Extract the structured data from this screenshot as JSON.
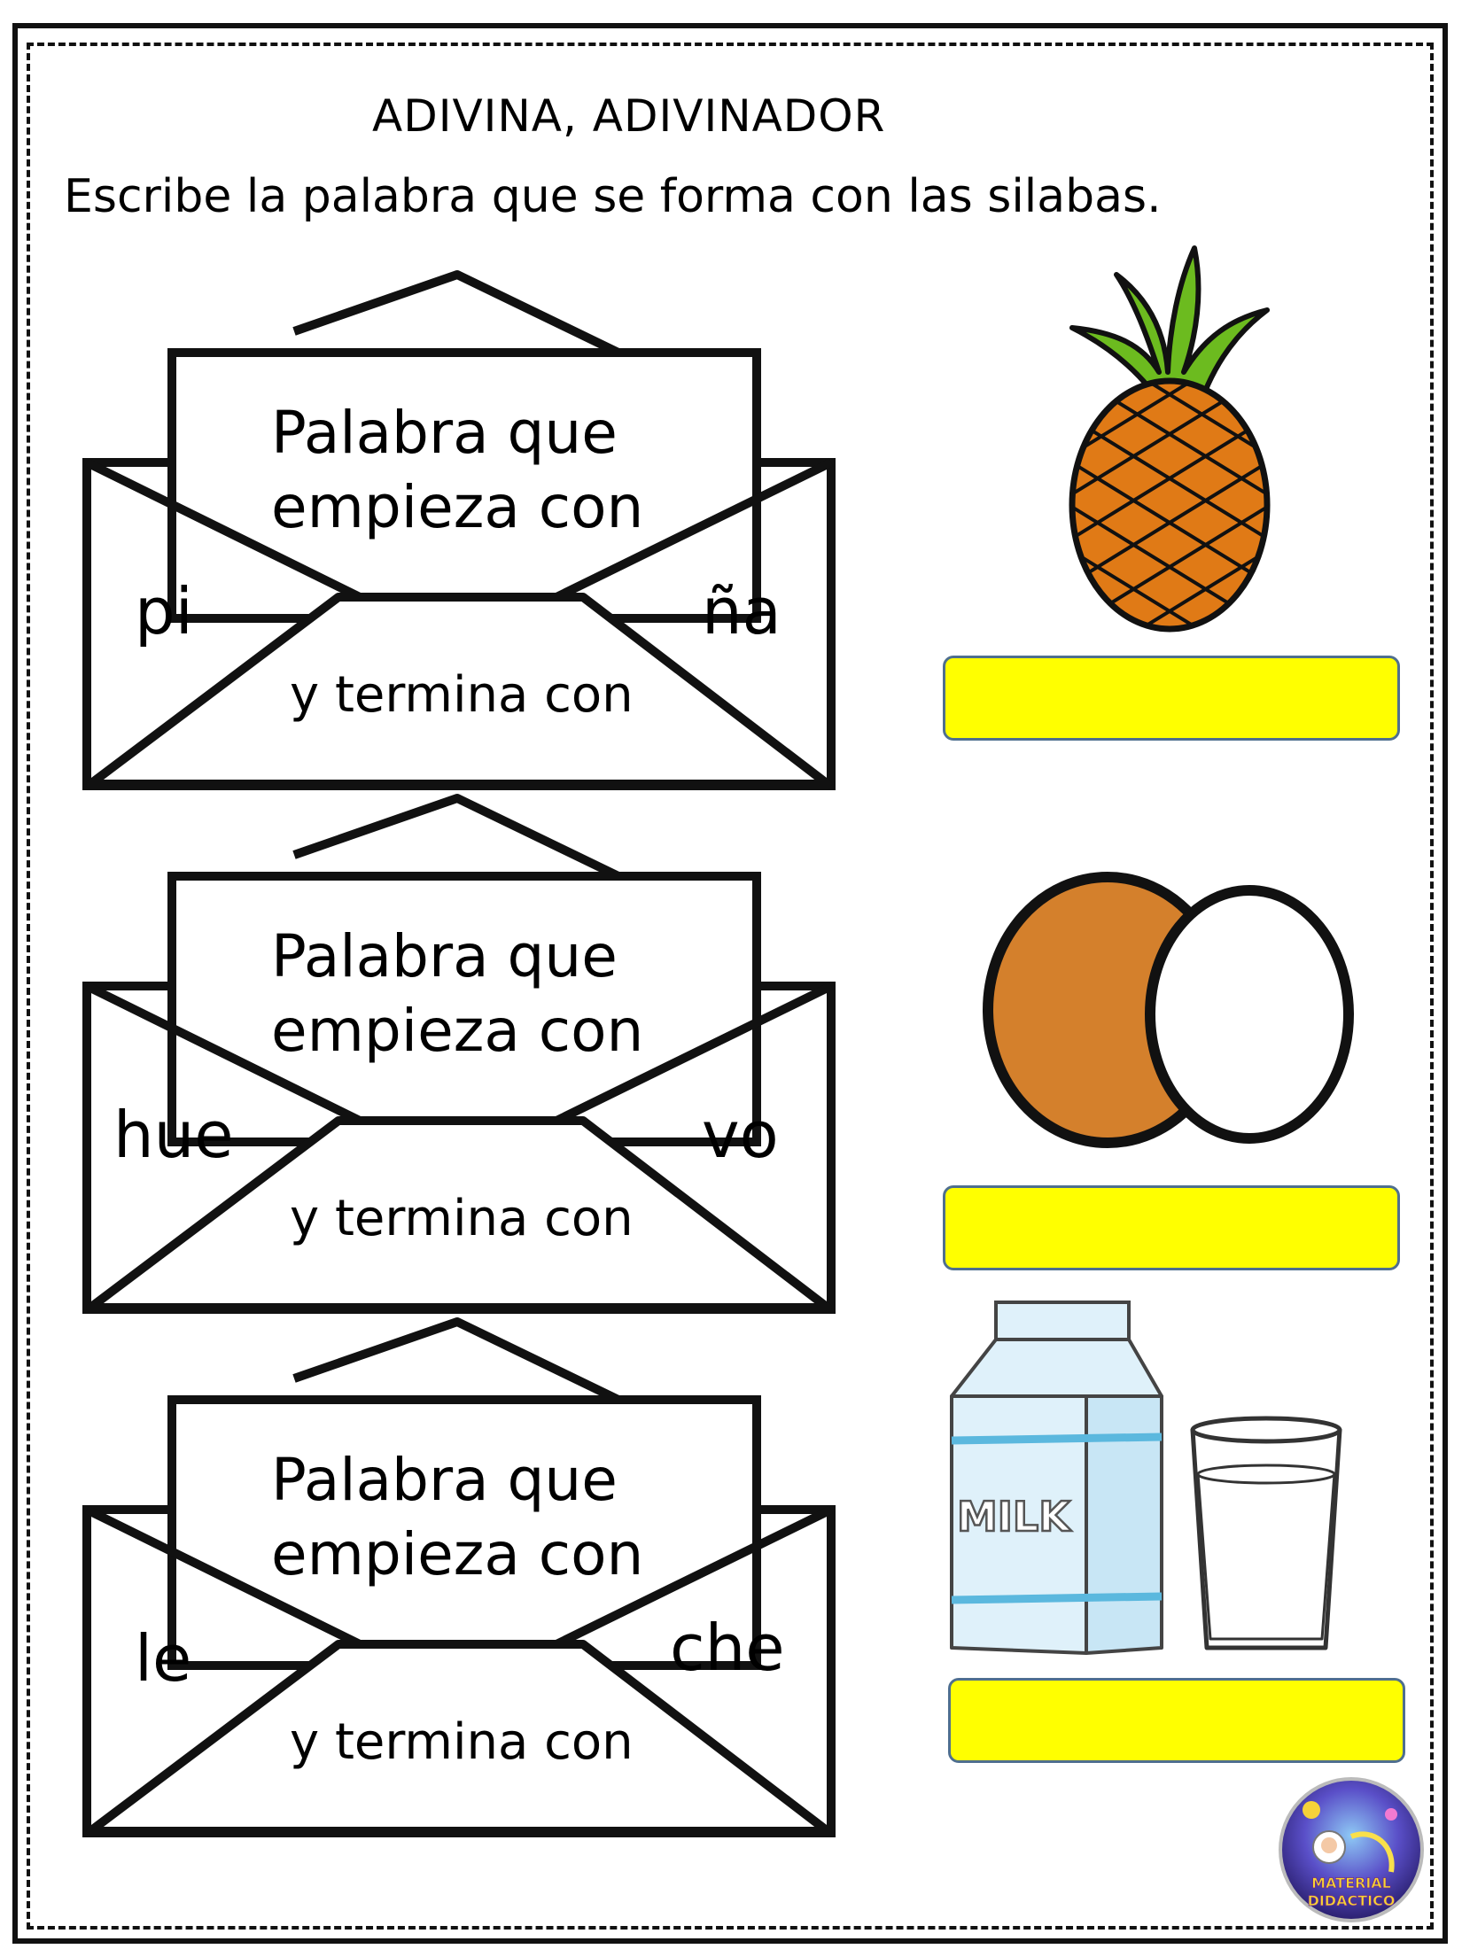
{
  "worksheet": {
    "title": "ADIVINA, ADIVINADOR",
    "instruction": "Escribe la palabra que se forma con las silabas."
  },
  "envelopes": [
    {
      "line1": "Palabra que",
      "line2": "empieza con",
      "first_syllable": "pi",
      "last_syllable": "ña",
      "ending": "y termina con"
    },
    {
      "line1": "Palabra que",
      "line2": "empieza con",
      "first_syllable": "hue",
      "last_syllable": "vo",
      "ending": "y termina con"
    },
    {
      "line1": "Palabra que",
      "line2": "empieza con",
      "first_syllable": "le",
      "last_syllable": "che",
      "ending": "y termina con"
    }
  ],
  "pictures": [
    "pineapple-icon",
    "eggs-icon",
    "milk-carton-icon"
  ],
  "milk_label": "MILK",
  "logo": {
    "line1": "MATERIAL",
    "line2": "DIDACTICO"
  },
  "colors": {
    "answer_fill": "#ffff00",
    "answer_border": "#4f6f8f",
    "pineapple": "#e07a16",
    "leaves": "#6cbb1f",
    "egg_brown": "#d4802c",
    "milk_blue": "#5bb8de"
  }
}
